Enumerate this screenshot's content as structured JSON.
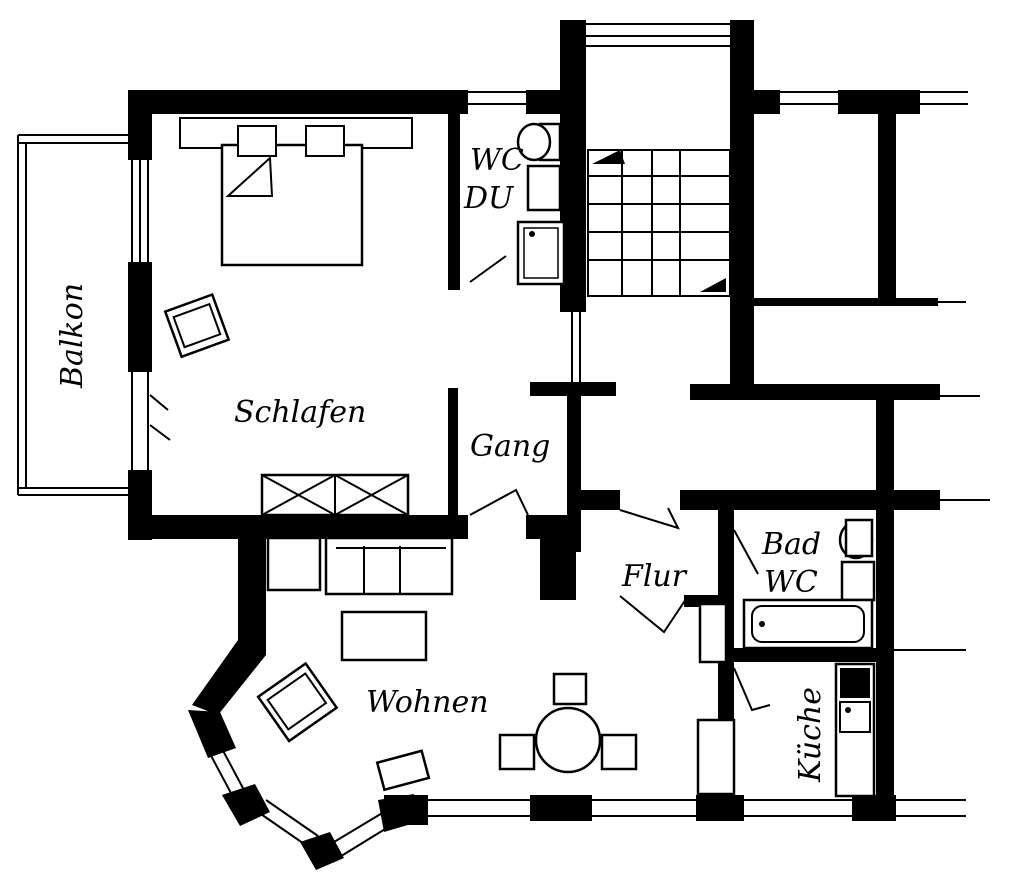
{
  "rooms": {
    "schlafen": "Schlafen",
    "wohnen": "Wohnen",
    "gang": "Gang",
    "flur": "Flur",
    "balkon": "Balkon",
    "kueche": "Küche",
    "wc_du_line1": "WC",
    "wc_du_line2": "DU",
    "bad_wc_line1": "Bad",
    "bad_wc_line2": "WC"
  },
  "colors": {
    "ink": "#000000",
    "paper": "#ffffff"
  }
}
